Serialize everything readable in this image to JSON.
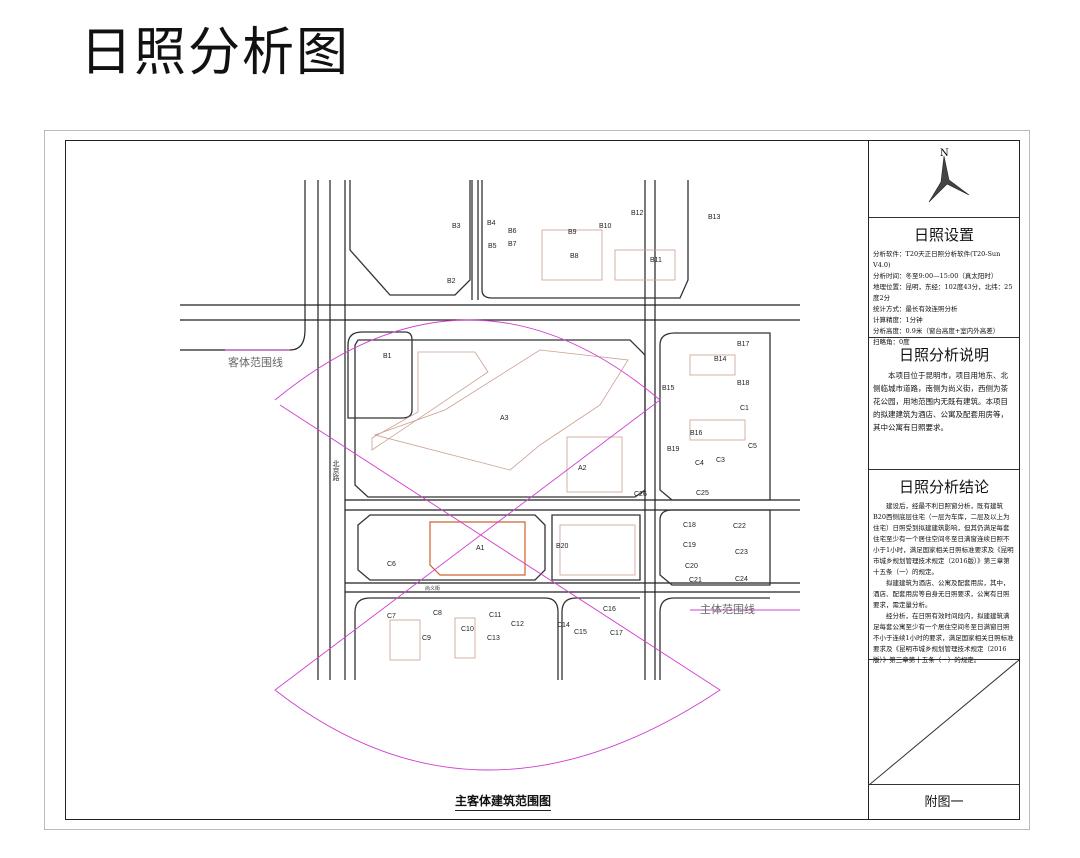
{
  "title": "日照分析图",
  "panel": {
    "compass_label": "N",
    "settings": {
      "heading": "日照设置",
      "lines": [
        "分析软件：T20天正日照分析软件(T20-Sun V4.0)",
        "分析时间：冬至9:00—15:00（真太阳时）",
        "地理位置：昆明，东经：102度43分，北纬：25度2分",
        "统计方式：最长有效连照分析",
        "计算精度：1分钟",
        "分析高度：0.9米（窗台高度+室内外高差）",
        "扫略角：0度"
      ]
    },
    "description": {
      "heading": "日照分析说明",
      "text": "本项目位于昆明市，项目用地东、北侧临城市道路，南侧为尚义街，西侧为茶花公园，用地范围内无既有建筑。本项目的拟建建筑为酒店、公寓及配套用房等，其中公寓有日照要求。"
    },
    "conclusion": {
      "heading": "日照分析结论",
      "paragraphs": [
        "建设后，经最不利日照窗分析，既有建筑B20西侧底层住宅（一层为车库，二层及以上为住宅）日照受到拟建建筑影响，但其仍满足每套住宅至少有一个居住空间冬至日满窗连续日照不小于1小时，满足国家相关日照标准要求及《昆明市城乡规划管理技术规定（2016版）》第三章第十五条（一）的规定。",
        "拟建建筑为酒店、公寓及配套用房，其中，酒店、配套用房等自身无日照要求，公寓有日照要求，需定量分析。",
        "经分析，在日照有效时间段内，拟建建筑满足每套公寓至少有一个居住空间冬至日满窗日照不小于连续1小时的要求，满足国家相关日照标准要求及《昆明市城乡规划管理技术规定（2016版）》第三章第十五条（一）的规定。"
      ]
    },
    "figure_no": "附图一"
  },
  "map": {
    "caption": "主客体建筑范围图",
    "zone_client": "客体范围线",
    "zone_subject": "主体范围线",
    "road_beijing": "北京路",
    "road_shangyi": "尚义街",
    "buildings": [
      "B1",
      "B2",
      "B3",
      "B4",
      "B5",
      "B6",
      "B7",
      "B8",
      "B9",
      "B10",
      "B11",
      "B12",
      "B13",
      "B14",
      "B15",
      "B16",
      "B17",
      "B18",
      "B19",
      "B20",
      "A1",
      "A2",
      "A3",
      "C1",
      "C3",
      "C4",
      "C5",
      "C6",
      "C7",
      "C8",
      "C9",
      "C10",
      "C11",
      "C12",
      "C13",
      "C14",
      "C15",
      "C16",
      "C17",
      "C18",
      "C19",
      "C20",
      "C21",
      "C22",
      "C23",
      "C24",
      "C25",
      "C26"
    ]
  },
  "colors": {
    "range_line": "#d040d0",
    "subject_outline": "#d06030",
    "road": "#222222"
  }
}
